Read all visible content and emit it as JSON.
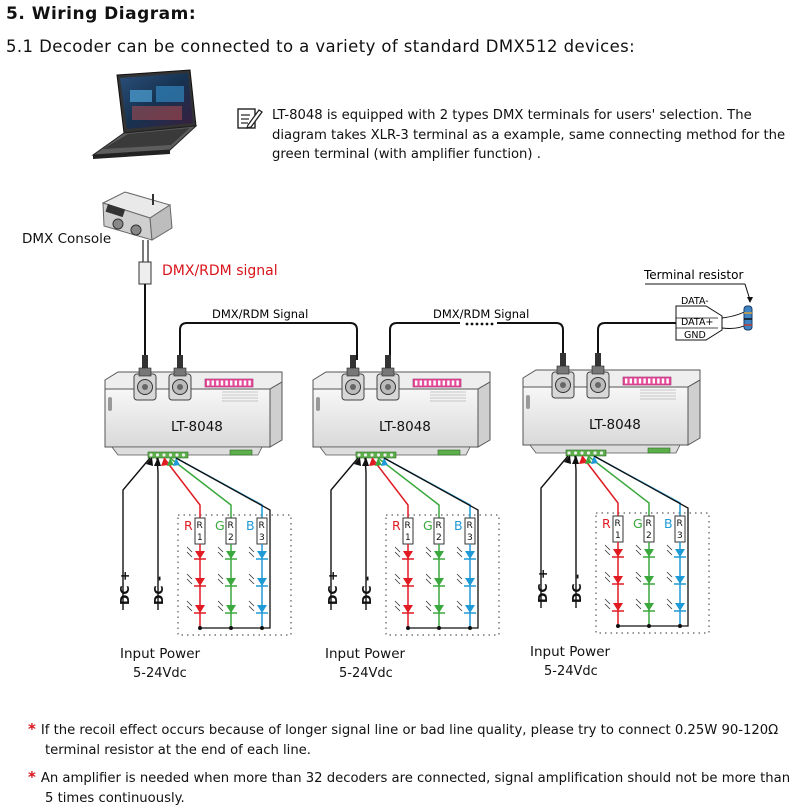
{
  "heading": "5.  Wiring Diagram:",
  "subheading": "5.1 Decoder can be connected to a variety of standard DMX512 devices:",
  "note": "LT-8048 is equipped with 2 types DMX terminals for users' selection. The diagram takes XLR-3 terminal as a example, same connecting method for the green terminal (with amplifier function) .",
  "console_label": "DMX Console",
  "signal_label": "DMX/RDM signal",
  "bus_label": "DMX/RDM Signal",
  "terminal_resistor_label": "Terminal resistor",
  "terminal_pins": [
    "DATA-",
    "DATA+",
    "GND"
  ],
  "decoder_model": "LT-8048",
  "channels": [
    {
      "color_letter": "R",
      "resistor": "R1",
      "color": "#e01b22"
    },
    {
      "color_letter": "G",
      "resistor": "R2",
      "color": "#3aa83d"
    },
    {
      "color_letter": "B",
      "resistor": "R3",
      "color": "#1f9ad6"
    }
  ],
  "power_terminals": [
    "DC +",
    "DC -"
  ],
  "input_power_label": "Input Power",
  "input_power_voltage": "5-24Vdc",
  "footnotes": [
    {
      "line1": "If the recoil effect occurs because of longer signal line or bad line quality, please try to connect 0.25W 90-120Ω",
      "line2": "terminal resistor at the end of each line."
    },
    {
      "line1": "An amplifier is needed when more than 32 decoders are connected, signal amplification should not be more than",
      "line2": "5 times continuously."
    }
  ]
}
